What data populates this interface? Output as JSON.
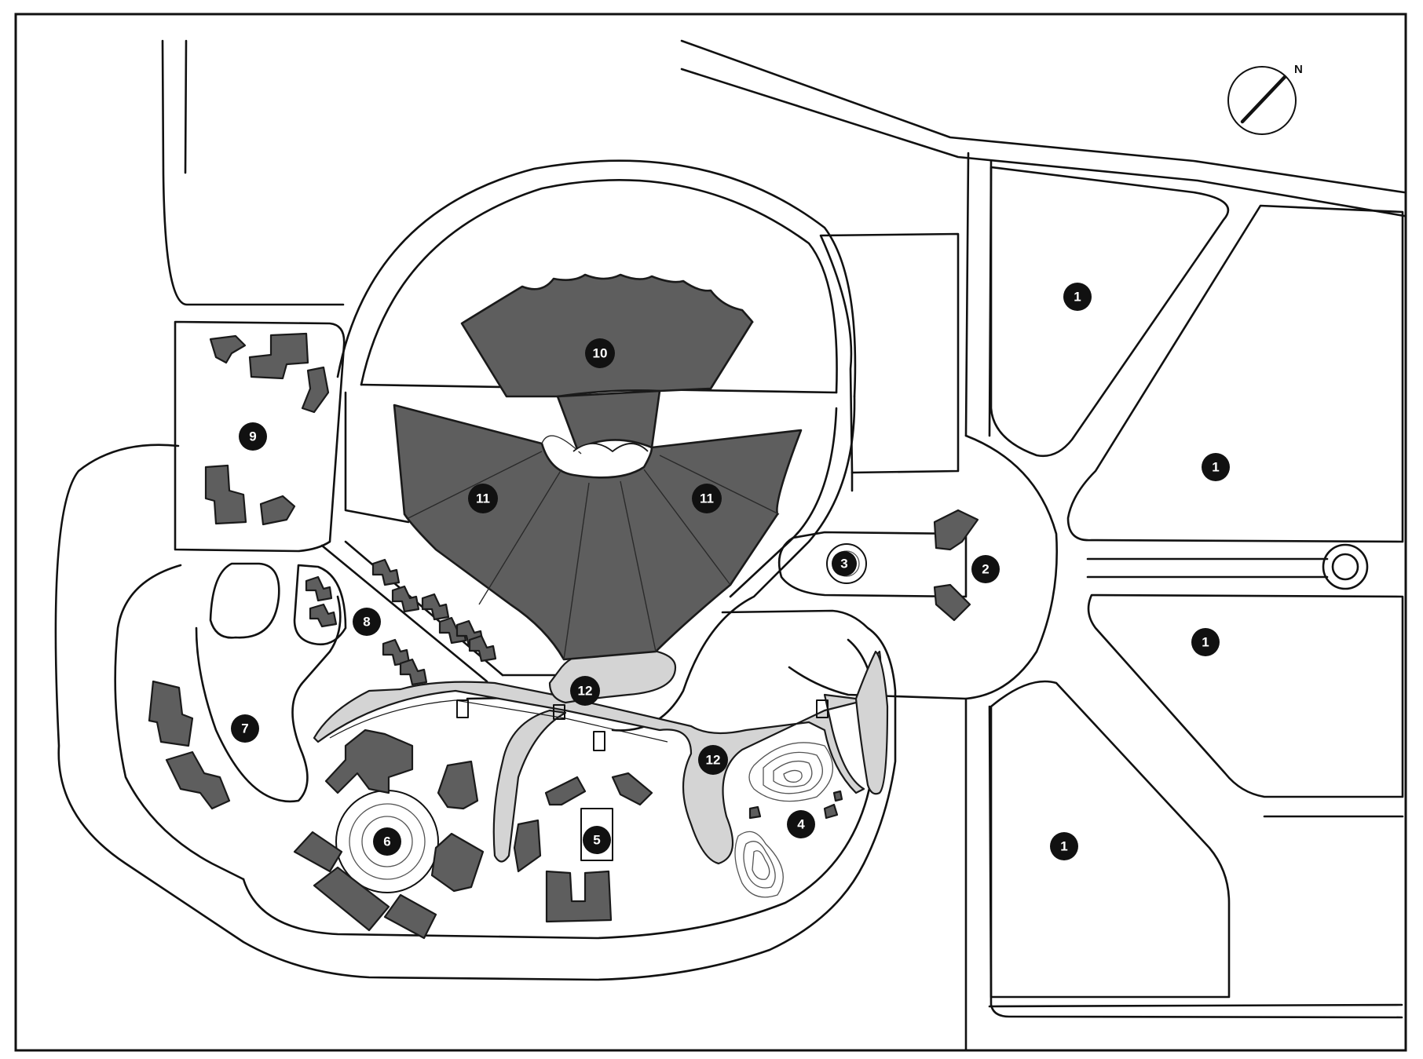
{
  "map": {
    "north_label": "N",
    "markers": [
      {
        "id": "m1a",
        "label": "1"
      },
      {
        "id": "m1b",
        "label": "1"
      },
      {
        "id": "m1c",
        "label": "1"
      },
      {
        "id": "m1d",
        "label": "1"
      },
      {
        "id": "m2",
        "label": "2"
      },
      {
        "id": "m3",
        "label": "3"
      },
      {
        "id": "m4",
        "label": "4"
      },
      {
        "id": "m5",
        "label": "5"
      },
      {
        "id": "m6",
        "label": "6"
      },
      {
        "id": "m7",
        "label": "7"
      },
      {
        "id": "m8",
        "label": "8"
      },
      {
        "id": "m9",
        "label": "9"
      },
      {
        "id": "m10",
        "label": "10"
      },
      {
        "id": "m11a",
        "label": "11"
      },
      {
        "id": "m11b",
        "label": "11"
      },
      {
        "id": "m12a",
        "label": "12"
      },
      {
        "id": "m12b",
        "label": "12"
      }
    ],
    "colors": {
      "building": "#5e5e5e",
      "water": "#d4d4d4",
      "ink": "#111111"
    }
  }
}
